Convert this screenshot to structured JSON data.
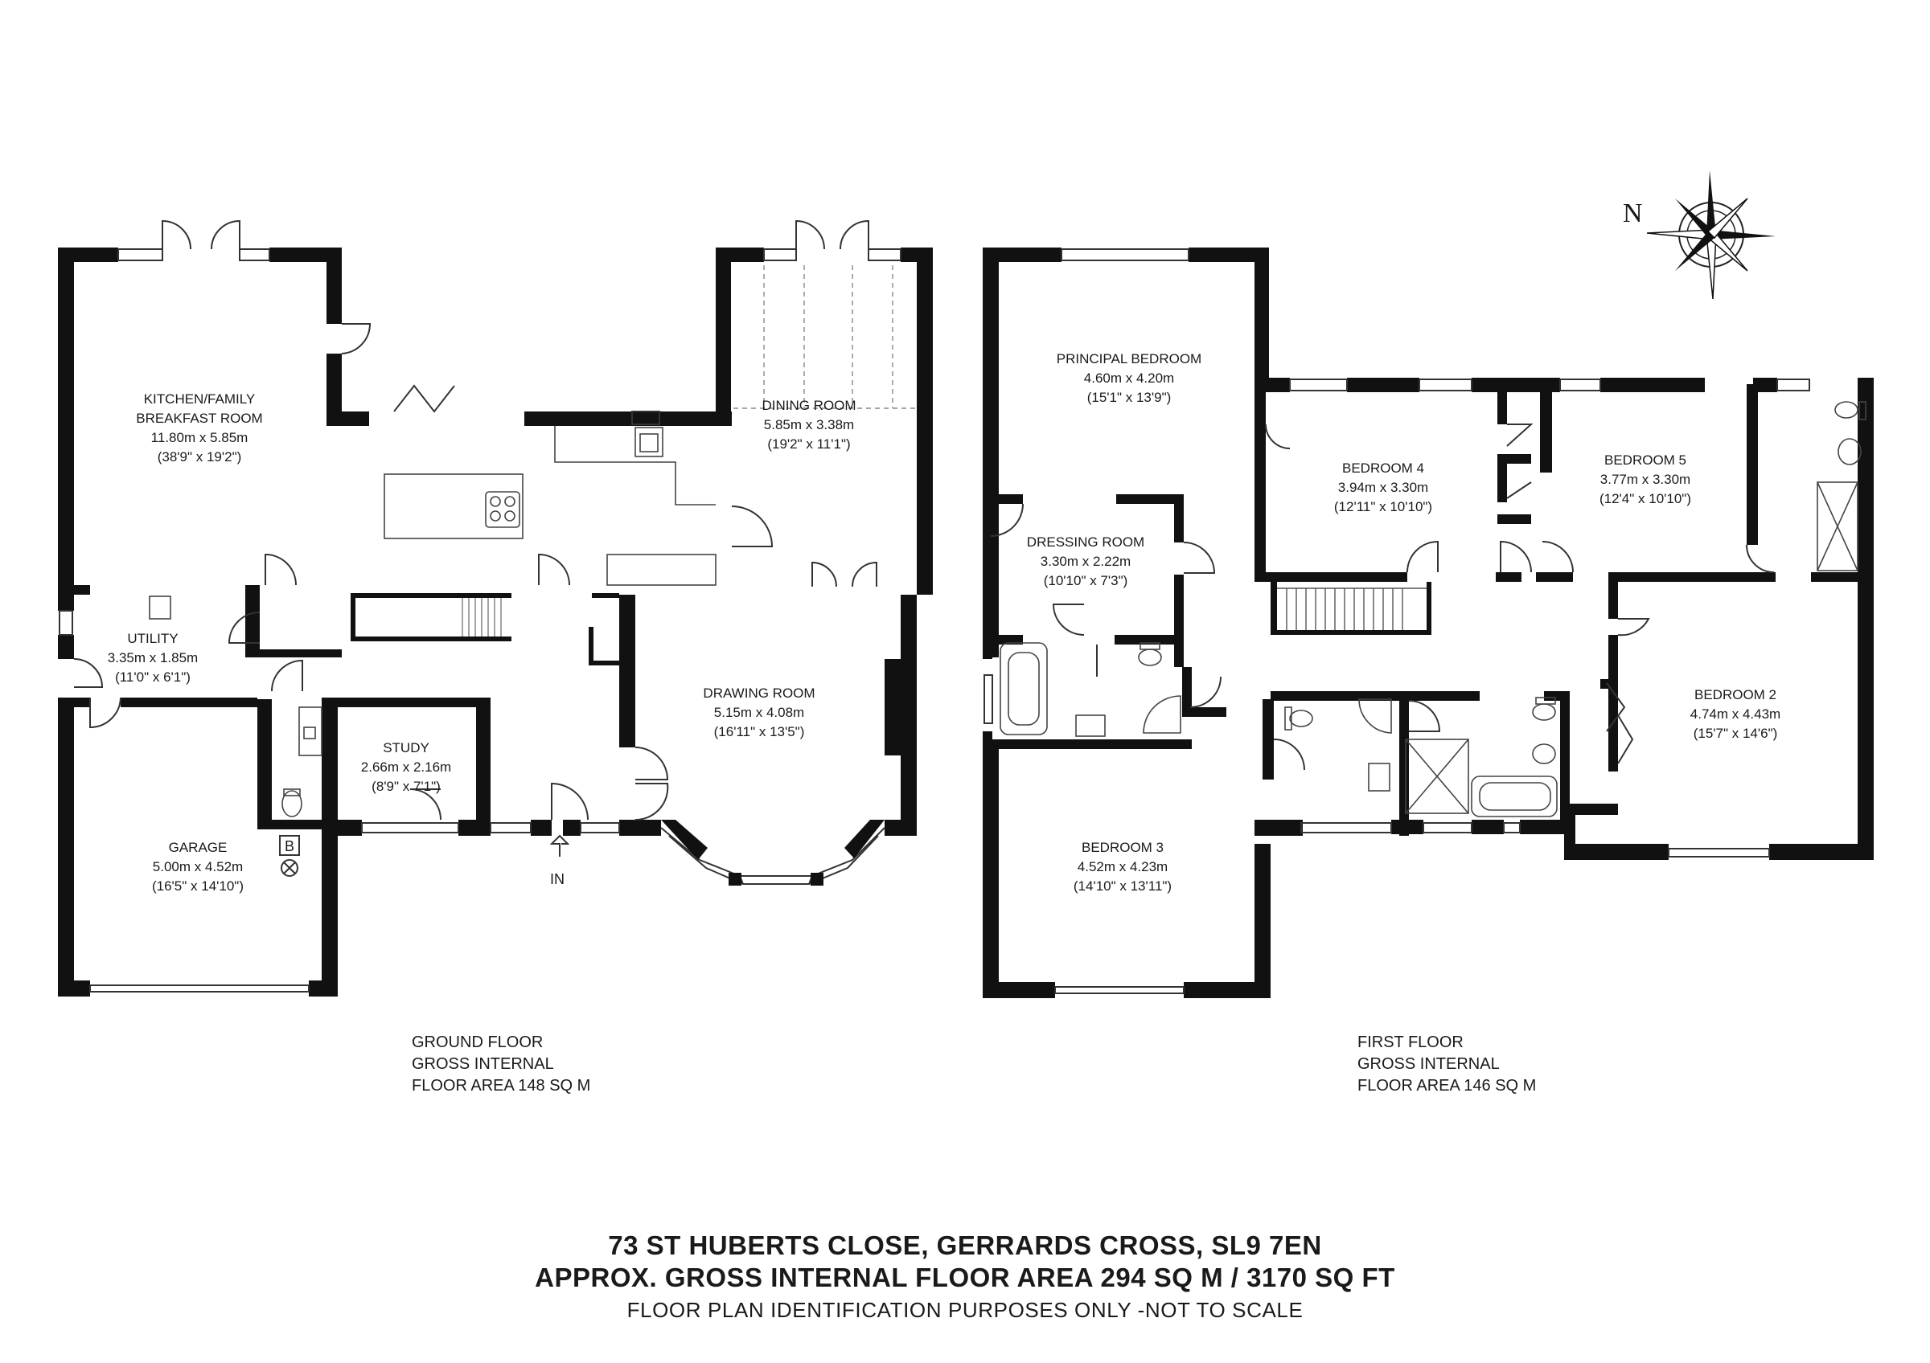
{
  "compass": {
    "label": "N"
  },
  "rooms": {
    "kitchen": {
      "name1": "KITCHEN/FAMILY",
      "name2": "BREAKFAST ROOM",
      "metric": "11.80m x 5.85m",
      "imperial": "(38'9\" x 19'2\")"
    },
    "dining": {
      "name": "DINING ROOM",
      "metric": "5.85m x 3.38m",
      "imperial": "(19'2\" x 11'1\")"
    },
    "utility": {
      "name": "UTILITY",
      "metric": "3.35m x 1.85m",
      "imperial": "(11'0\" x 6'1\")"
    },
    "study": {
      "name": "STUDY",
      "metric": "2.66m x 2.16m",
      "imperial": "(8'9\" x 7'1\")"
    },
    "drawing": {
      "name": "DRAWING ROOM",
      "metric": "5.15m x 4.08m",
      "imperial": "(16'11\" x 13'5\")"
    },
    "garage": {
      "name": "GARAGE",
      "metric": "5.00m x 4.52m",
      "imperial": "(16'5\" x 14'10\")"
    },
    "principal": {
      "name": "PRINCIPAL BEDROOM",
      "metric": "4.60m x 4.20m",
      "imperial": "(15'1\" x 13'9\")"
    },
    "dressing": {
      "name": "DRESSING ROOM",
      "metric": "3.30m x 2.22m",
      "imperial": "(10'10\" x 7'3\")"
    },
    "bedroom4": {
      "name": "BEDROOM 4",
      "metric": "3.94m x 3.30m",
      "imperial": "(12'11\" x 10'10\")"
    },
    "bedroom5": {
      "name": "BEDROOM 5",
      "metric": "3.77m x 3.30m",
      "imperial": "(12'4\" x 10'10\")"
    },
    "bedroom2": {
      "name": "BEDROOM 2",
      "metric": "4.74m x 4.43m",
      "imperial": "(15'7\" x 14'6\")"
    },
    "bedroom3": {
      "name": "BEDROOM 3",
      "metric": "4.52m x 4.23m",
      "imperial": "(14'10\" x 13'11\")"
    }
  },
  "markers": {
    "boiler": "B",
    "entrance": "IN"
  },
  "ground_floor": {
    "line1": "GROUND FLOOR",
    "line2": "GROSS INTERNAL",
    "line3": "FLOOR AREA 148 SQ M"
  },
  "first_floor": {
    "line1": "FIRST FLOOR",
    "line2": "GROSS INTERNAL",
    "line3": "FLOOR AREA 146 SQ M"
  },
  "footer": {
    "address": "73 ST HUBERTS CLOSE, GERRARDS CROSS, SL9 7EN",
    "area": "APPROX. GROSS INTERNAL FLOOR AREA 294 SQ M / 3170 SQ FT",
    "disclaimer": "FLOOR PLAN IDENTIFICATION PURPOSES ONLY -NOT TO SCALE"
  }
}
